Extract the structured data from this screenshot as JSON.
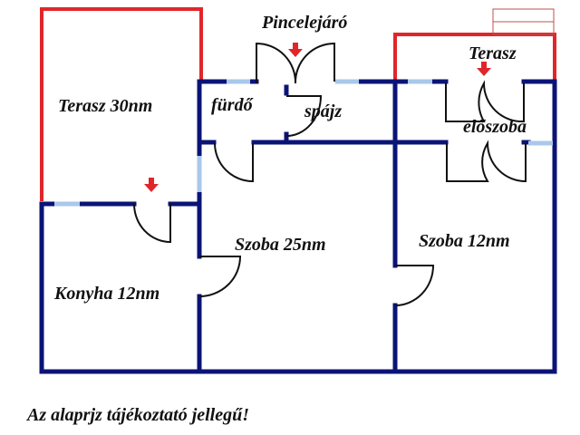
{
  "rooms": {
    "terasz_big": "Terasz 30nm",
    "furdo": "fürdő",
    "pincelejaro": "Pincelejáró",
    "spajz": "spájz",
    "terasz_small": "Terasz",
    "eloszoba": "előszoba",
    "szoba_25": "Szoba 25nm",
    "szoba_12": "Szoba 12nm",
    "konyha": "Konyha 12nm"
  },
  "footer_note": "Az alaprjz tájékoztató jellegű!",
  "colors": {
    "wall": "#0b1476",
    "window": "#a9c8ea",
    "terrace": "#e0262a"
  }
}
